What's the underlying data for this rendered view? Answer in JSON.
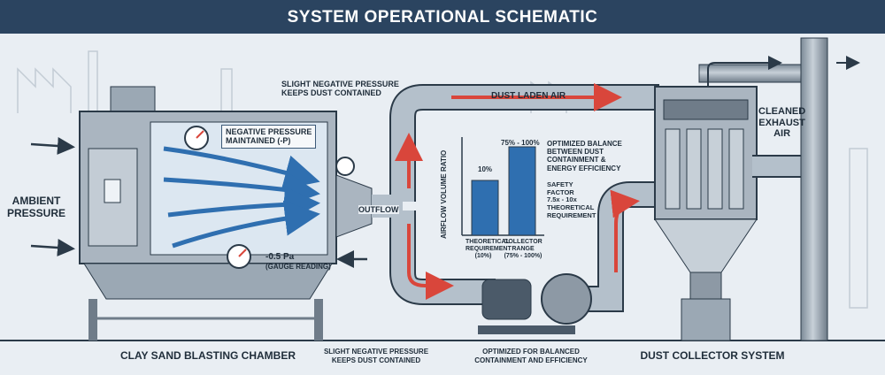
{
  "title": "SYSTEM OPERATIONAL SCHEMATIC",
  "labels": {
    "ambient": [
      "AMBIENT",
      "PRESSURE"
    ],
    "negative_top": [
      "SLIGHT NEGATIVE PRESSURE",
      "KEEPS DUST CONTAINED"
    ],
    "chamber_tag": [
      "NEGATIVE PRESSURE",
      "MAINTAINED (-P)"
    ],
    "gauge_reading": [
      "-0.5 Pa",
      "(GAUGE READING)"
    ],
    "outflow": "OUTFLOW",
    "dust_laden": "DUST LADEN AIR",
    "cleaned_exhaust": [
      "CLEANED",
      "EXHAUST",
      "AIR"
    ]
  },
  "chart": {
    "ylabel": "AIRFLOW VOLUME RATIO",
    "bar1_value_label": "10%",
    "bar2_value_label": "75% - 100%",
    "bar1_caption": [
      "THEORETICAL",
      "REQUIREMENT",
      "(10%)"
    ],
    "bar2_caption": [
      "COLLECTOR",
      "RANGE",
      "(75% - 100%)"
    ],
    "optimized_note": [
      "OPTIMIZED BALANCE",
      "BETWEEN DUST",
      "CONTAINMENT &",
      "ENERGY EFFICIENCY"
    ],
    "safety_note": [
      "SAFETY",
      "FACTOR",
      "7.5x - 10x",
      "THEORETICAL",
      "REQUIREMENT"
    ]
  },
  "chart_data": {
    "type": "bar",
    "categories": [
      "THEORETICAL REQUIREMENT (10%)",
      "COLLECTOR RANGE (75% - 100%)"
    ],
    "values": [
      10,
      100
    ],
    "ylabel": "AIRFLOW VOLUME RATIO"
  },
  "bottom": {
    "chamber": "CLAY SAND BLASTING CHAMBER",
    "middle_left": [
      "SLIGHT NEGATIVE PRESSURE",
      "KEEPS DUST CONTAINED"
    ],
    "middle_right": [
      "OPTIMIZED FOR BALANCED",
      "CONTAINMENT AND EFFICIENCY"
    ],
    "collector": "DUST COLLECTOR SYSTEM"
  },
  "colors": {
    "header": "#2b4460",
    "pipe": "#9ba8b4",
    "blue_arrow": "#2f6fb0",
    "red_arrow": "#d9463b",
    "bar": "#2f6fb0"
  }
}
